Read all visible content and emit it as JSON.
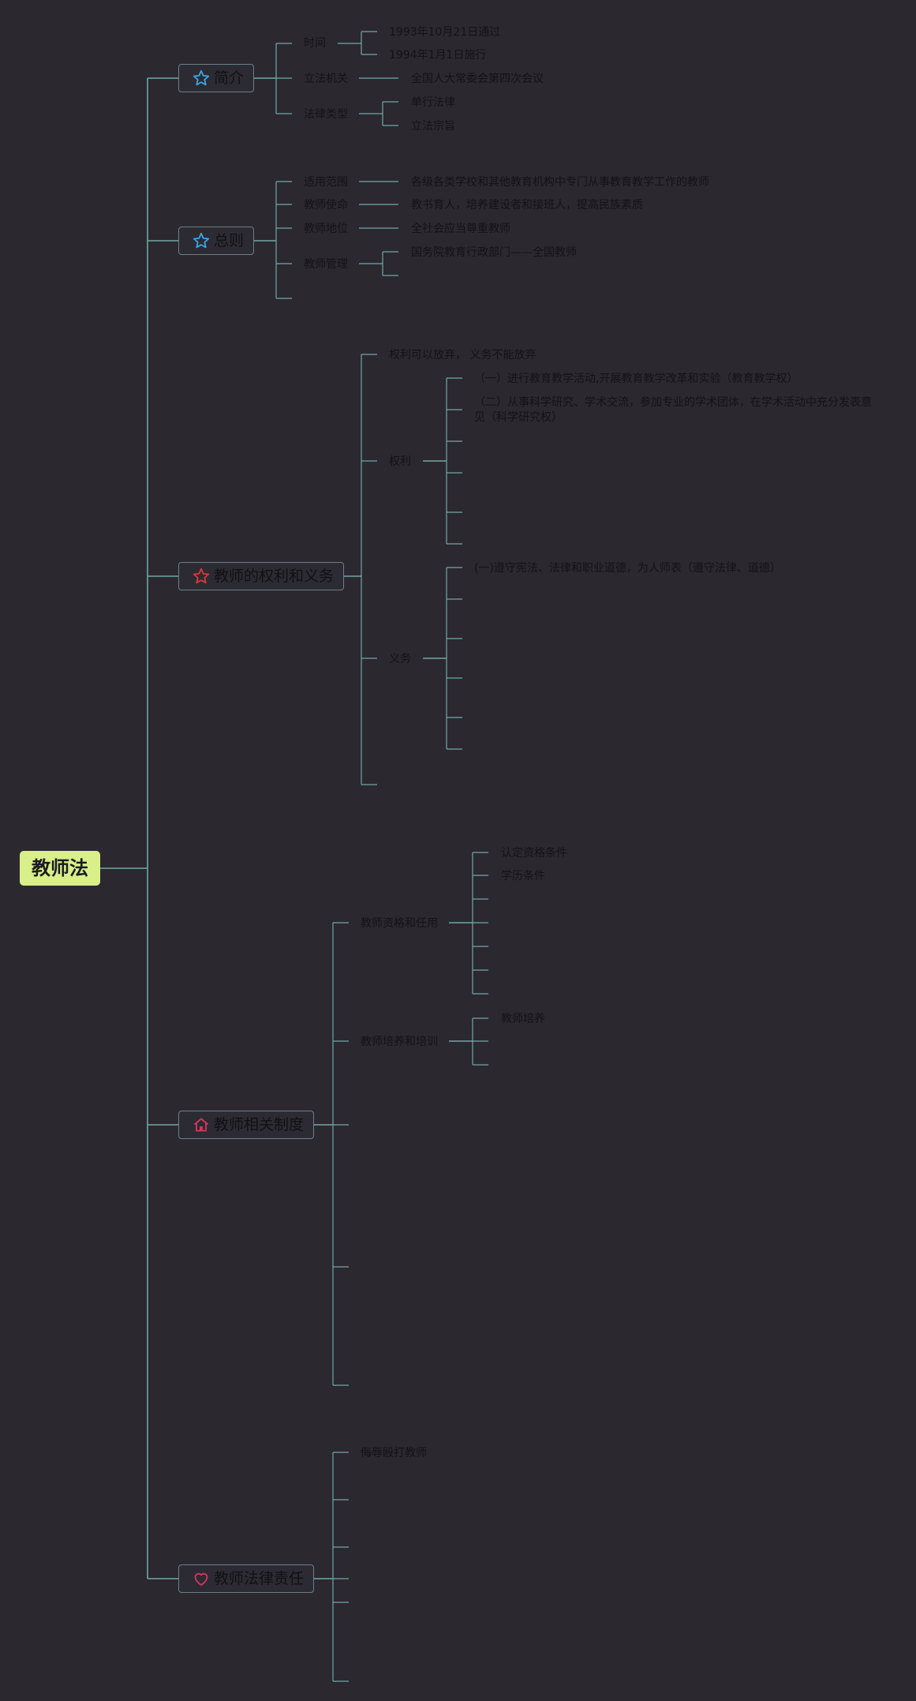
{
  "root": {
    "label": "教师法"
  },
  "topics": {
    "intro": {
      "label": "简介",
      "icon": "star-outline-icon",
      "icon_color": "#3aa6e8",
      "time": {
        "label": "时间",
        "items": [
          "1993年10月21日通过",
          "1994年1月1日施行"
        ]
      },
      "legislator": {
        "label": "立法机关",
        "items": [
          "全国人大常委会第四次会议"
        ]
      },
      "law_type": {
        "label": "法律类型",
        "items": [
          "单行法律",
          "立法宗旨"
        ]
      }
    },
    "general": {
      "label": "总则",
      "icon": "star-outline-icon",
      "icon_color": "#3aa6e8",
      "scope": {
        "label": "适用范围",
        "items": [
          "各级各类学校和其他教育机构中专门从事教育教学工作的教师"
        ]
      },
      "mission": {
        "label": "教师使命",
        "items": [
          "教书育人，培养建设者和接班人，提高民族素质"
        ]
      },
      "status": {
        "label": "教师地位",
        "items": [
          "全社会应当尊重教师"
        ]
      },
      "management": {
        "label": "教师管理",
        "items": [
          "国务院教育行政部门——全国教师"
        ]
      }
    },
    "rights": {
      "label": "教师的权利和义务",
      "icon": "star-outline-icon",
      "icon_color": "#d83a3a",
      "note": "权利可以放弃，  义务不能放弃",
      "rights_group": {
        "label": "权利",
        "items": [
          "（一）进行教育教学活动,开展教育教学改革和实验（教育教学权）",
          "（二）从事科学研究、学术交流，参加专业的学术团体，在学术活动中充分发表意见（科学研究权）"
        ]
      },
      "duties_group": {
        "label": "义务",
        "items": [
          "(一)遵守宪法、法律和职业道德，为人师表（遵守法律、道德）"
        ]
      }
    },
    "system": {
      "label": "教师相关制度",
      "icon": "house-icon",
      "icon_color": "#d8355a",
      "qualification": {
        "label": "教师资格和任用",
        "items": [
          "认定资格条件",
          "学历条件"
        ]
      },
      "training": {
        "label": "教师培养和培训",
        "items": [
          "教师培养"
        ]
      }
    },
    "liability": {
      "label": "教师法律责任",
      "icon": "heart-outline-icon",
      "icon_color": "#d8355a",
      "items": [
        "侮辱殴打教师"
      ]
    }
  },
  "colors": {
    "background": "#2b2830",
    "connector": "#6fa8a4",
    "root_fill": "#d9f08a",
    "topic_border": "#6b7f86"
  }
}
